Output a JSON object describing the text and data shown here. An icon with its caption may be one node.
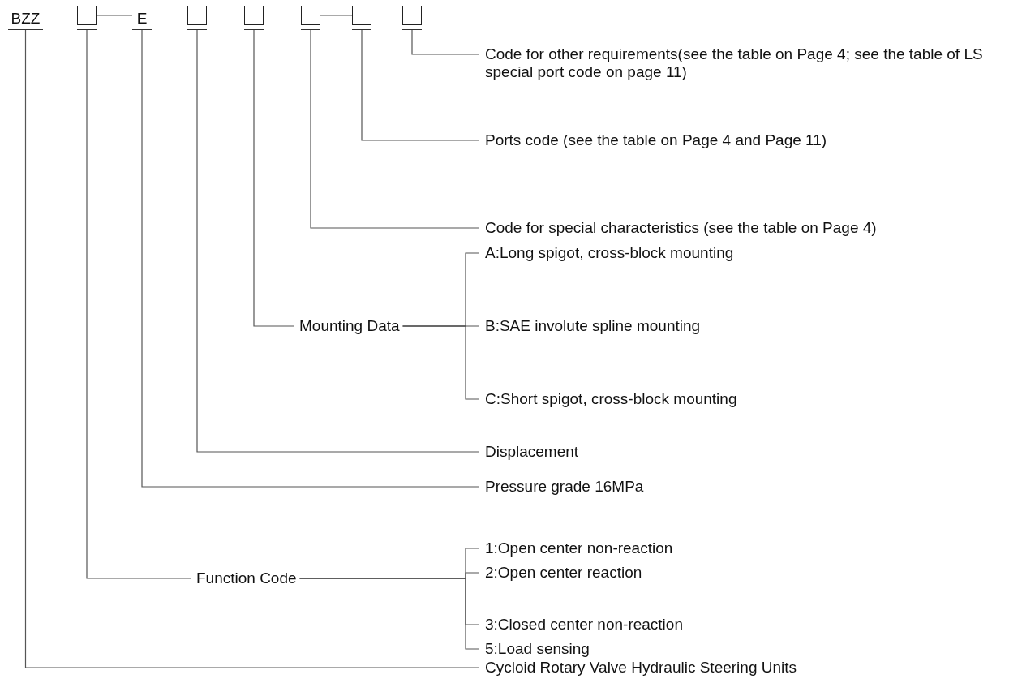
{
  "diagram": {
    "nodes": [
      {
        "text": [
          "BZZ"
        ]
      },
      {
        "text": [],
        "shape": "box"
      },
      {
        "text": [
          "E"
        ]
      },
      {
        "text": [],
        "shape": "box"
      },
      {
        "text": [],
        "shape": "box"
      },
      {
        "text": [],
        "shape": "box"
      },
      {
        "text": [],
        "shape": "box"
      },
      {
        "text": [],
        "shape": "box"
      },
      {
        "text": [
          "Code for other requirements(see the table on Page 4; see the table of LS special port code on page 11)"
        ]
      },
      {
        "text": [
          "Ports code (see the table on Page 4 and Page 11)"
        ]
      },
      {
        "text": [
          "Code for special characteristics (see the table on Page 4)"
        ]
      },
      {
        "text": [
          "Mounting Data"
        ]
      },
      {
        "text": [
          "A:Long spigot, cross-block mounting"
        ]
      },
      {
        "text": [
          "B:SAE involute spline mounting"
        ]
      },
      {
        "text": [
          "C:Short spigot, cross-block mounting"
        ]
      },
      {
        "text": [
          "Displacement"
        ]
      },
      {
        "text": [
          "Pressure grade  16MPa"
        ]
      },
      {
        "text": [
          "Function Code"
        ]
      },
      {
        "text": [
          "1:Open center non-reaction"
        ]
      },
      {
        "text": [
          "2:Open center reaction"
        ]
      },
      {
        "text": [
          "3:Closed center non-reaction"
        ]
      },
      {
        "text": [
          "5:Load sensing"
        ]
      },
      {
        "text": [
          "Cycloid Rotary Valve Hydraulic Steering Units"
        ]
      }
    ],
    "edges": [
      {
        "from": 1,
        "to": 2,
        "arrow": "none"
      },
      {
        "from": 5,
        "to": 6,
        "arrow": "none"
      },
      {
        "from": 7,
        "to": 8,
        "arrow": "none"
      },
      {
        "from": 6,
        "to": 9,
        "arrow": "none"
      },
      {
        "from": 5,
        "to": 10,
        "arrow": "none"
      },
      {
        "from": 4,
        "to": 11,
        "arrow": "none"
      },
      {
        "from": 11,
        "to": 12,
        "arrow": "none"
      },
      {
        "from": 11,
        "to": 13,
        "arrow": "none"
      },
      {
        "from": 11,
        "to": 14,
        "arrow": "none"
      },
      {
        "from": 3,
        "to": 15,
        "arrow": "none"
      },
      {
        "from": 2,
        "to": 16,
        "arrow": "none"
      },
      {
        "from": 1,
        "to": 17,
        "arrow": "none"
      },
      {
        "from": 17,
        "to": 18,
        "arrow": "none"
      },
      {
        "from": 17,
        "to": 19,
        "arrow": "none"
      },
      {
        "from": 17,
        "to": 20,
        "arrow": "none"
      },
      {
        "from": 17,
        "to": 21,
        "arrow": "none"
      },
      {
        "from": 0,
        "to": 22,
        "arrow": "none"
      }
    ]
  }
}
